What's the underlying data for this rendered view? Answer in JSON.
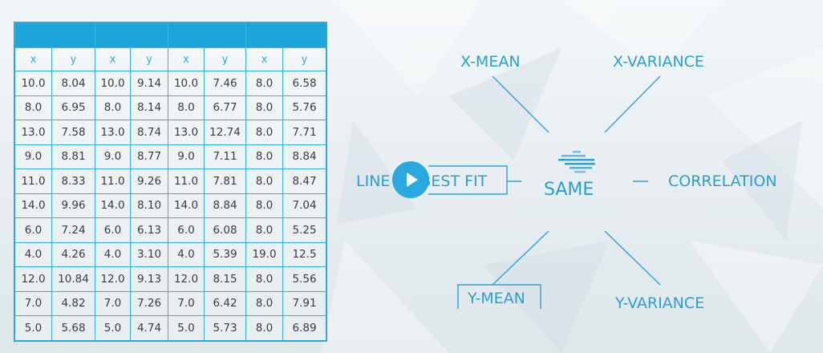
{
  "table": {
    "col_headers": [
      "x",
      "y",
      "x",
      "y",
      "x",
      "y",
      "x",
      "y"
    ],
    "rows": [
      [
        "10.0",
        "8.04",
        "10.0",
        "9.14",
        "10.0",
        "7.46",
        "8.0",
        "6.58"
      ],
      [
        "8.0",
        "6.95",
        "8.0",
        "8.14",
        "8.0",
        "6.77",
        "8.0",
        "5.76"
      ],
      [
        "13.0",
        "7.58",
        "13.0",
        "8.74",
        "13.0",
        "12.74",
        "8.0",
        "7.71"
      ],
      [
        "9.0",
        "8.81",
        "9.0",
        "8.77",
        "9.0",
        "7.11",
        "8.0",
        "8.84"
      ],
      [
        "11.0",
        "8.33",
        "11.0",
        "9.26",
        "11.0",
        "7.81",
        "8.0",
        "8.47"
      ],
      [
        "14.0",
        "9.96",
        "14.0",
        "8.10",
        "14.0",
        "8.84",
        "8.0",
        "7.04"
      ],
      [
        "6.0",
        "7.24",
        "6.0",
        "6.13",
        "6.0",
        "6.08",
        "8.0",
        "5.25"
      ],
      [
        "4.0",
        "4.26",
        "4.0",
        "3.10",
        "4.0",
        "5.39",
        "19.0",
        "12.5"
      ],
      [
        "12.0",
        "10.84",
        "12.0",
        "9.13",
        "12.0",
        "8.15",
        "8.0",
        "5.56"
      ],
      [
        "7.0",
        "4.82",
        "7.0",
        "7.26",
        "7.0",
        "6.42",
        "8.0",
        "7.91"
      ],
      [
        "5.0",
        "5.68",
        "5.0",
        "4.74",
        "5.0",
        "5.73",
        "8.0",
        "6.89"
      ]
    ]
  },
  "diagram": {
    "center": "SAME",
    "x_mean": "X-MEAN",
    "x_variance": "X-VARIANCE",
    "line_best_fit": "LINE OF BEST FIT",
    "correlation": "CORRELATION",
    "y_mean": "Y-MEAN",
    "y_variance": "Y-VARIANCE"
  },
  "colors": {
    "accent": "#29a9dc",
    "header": "#1ba5da",
    "text": "#3b3b3b"
  },
  "icons": [
    "play-icon",
    "stacked-bars-icon"
  ]
}
